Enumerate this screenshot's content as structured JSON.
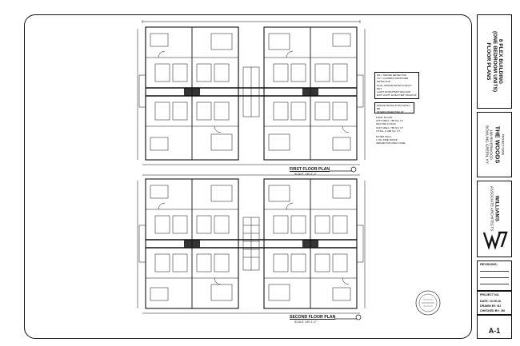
{
  "sheet": {
    "title_line1": "8 PLEX BUILDING",
    "title_line2": "(ONE BEDROOM UNITS)",
    "title_line3": "FLOOR PLANS",
    "project_label": "PROJECT NAME",
    "project_name": "THE WOODS",
    "project_address1": "106 RIVERWOOD",
    "project_address2": "BOWLING GREEN, KY",
    "firm_name": "WILLIAMS",
    "firm_sub": "ASSOCIATE ARCHITECTS",
    "revisions_label": "REVISIONS:",
    "project_no_label": "PROJECT NO.",
    "date_label": "DATE: 10-09-16",
    "drawn_label": "DRAWN BY: BJ",
    "checked_label": "CHECKED BY: JM",
    "sheet_number": "A-1"
  },
  "plans": {
    "first_title": "FIRST FLOOR PLAN",
    "first_scale": "SCALE: 1/8\"=1'-0\"",
    "second_title": "SECOND FLOOR PLAN",
    "second_scale": "SCALE: 1/8\"=1'-0\""
  },
  "notes": {
    "legend_1": "SD = SMOKE DETECTOR",
    "legend_2": "CO = CARBON MONOXIDE DETECTOR",
    "legend_3": "DUAL SMOKE DETECTOR/CO DET.",
    "legend_4": "LIGHT W/ BATTERY BACKUP",
    "legend_5": "EXIT LIGHT W/ BATTERY BACKUP",
    "note_a1": "SMOKE DETECTORS SHALL BE",
    "note_a2": "INTERCONNECTED W/ BATTERY",
    "note_a3": "BACKUP PER CODE",
    "area_1": "FIRST FLOOR",
    "area_2": "UNIT AREA: 786 SQ. FT.",
    "area_3": "SECOND FLOOR",
    "area_4": "UNIT AREA: 786 SQ. FT.",
    "area_5": "TOTAL: 6,288 SQ. FT.",
    "rating_1": "RATED WALL",
    "rating_2": "1 HR. FIRE RATED",
    "rating_3": "SEPARATION PER CODE"
  },
  "colors": {
    "ink": "#111111",
    "paper": "#ffffff"
  }
}
